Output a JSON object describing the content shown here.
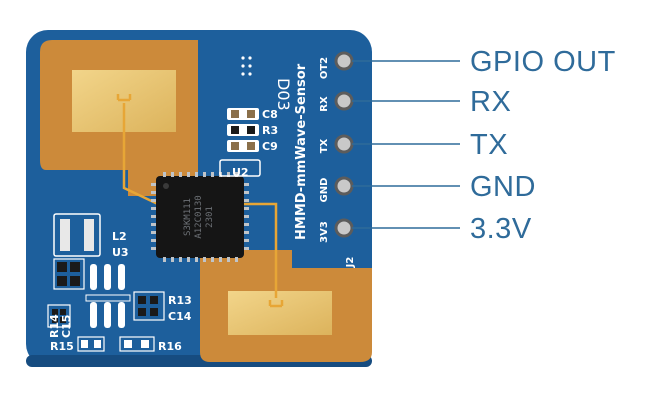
{
  "board": {
    "name": "HMMD-mmWave-Sensor",
    "version": "D03",
    "header_id": "J2",
    "chip_marking": [
      "S3KM111",
      "A12C0130",
      "2301"
    ],
    "components": [
      "C8",
      "R3",
      "C9",
      "U2",
      "L2",
      "U3",
      "R13",
      "C14",
      "R14",
      "C15",
      "R15",
      "R16"
    ],
    "silk_pins": [
      "OT2",
      "RX",
      "TX",
      "GND",
      "3V3"
    ]
  },
  "pins": [
    {
      "label": "GPIO OUT"
    },
    {
      "label": "RX"
    },
    {
      "label": "TX"
    },
    {
      "label": "GND"
    },
    {
      "label": "3.3V"
    }
  ],
  "colors": {
    "pcb": "#1d5f9c",
    "pcb_dark": "#164c80",
    "copper": "#cc8a3a",
    "pad_gold": "#e8c470",
    "line": "#2f6b9a"
  }
}
